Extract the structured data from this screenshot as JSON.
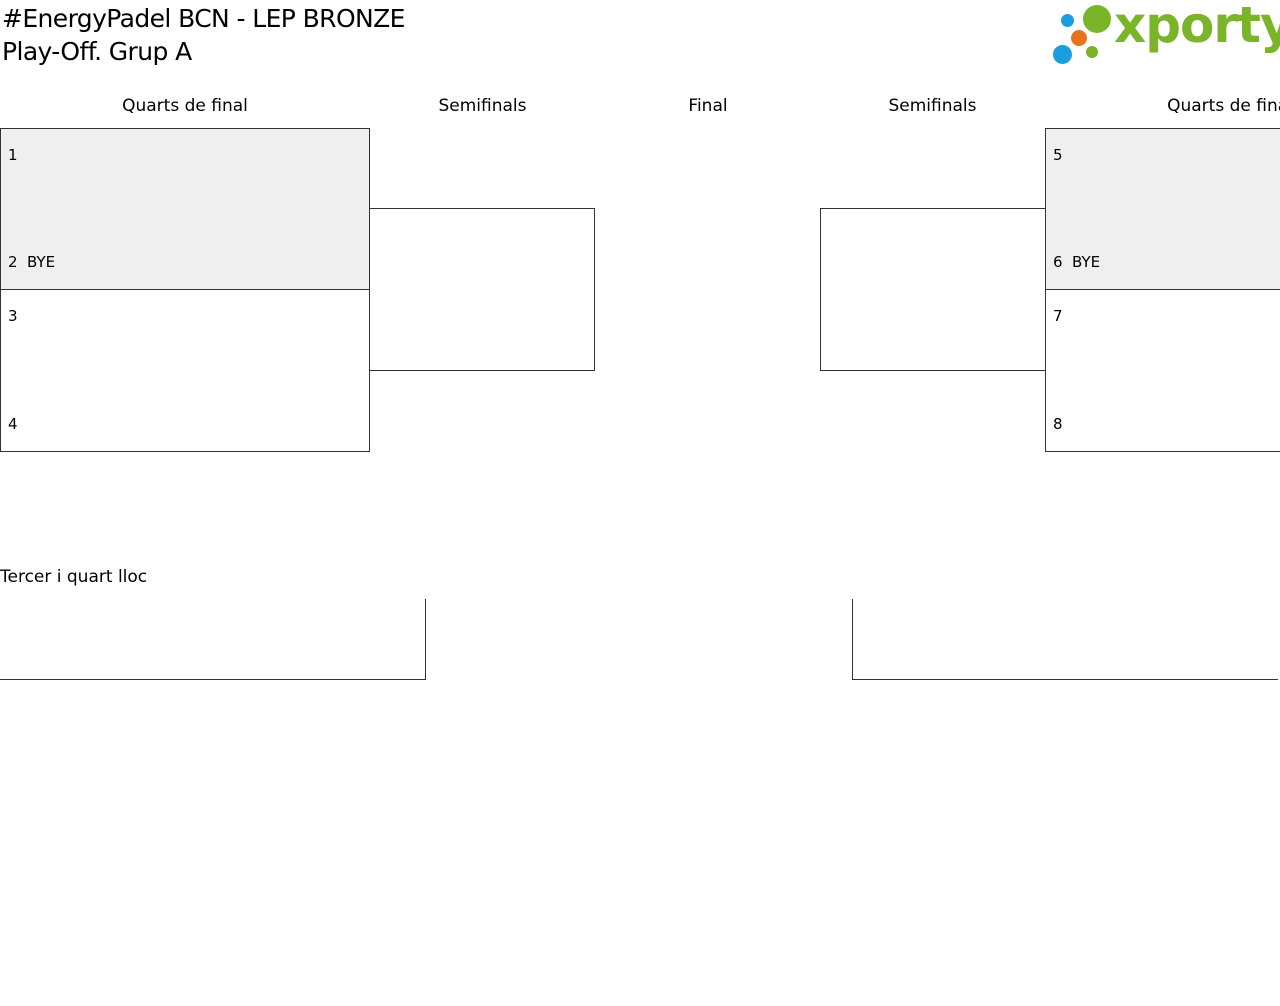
{
  "header": {
    "title_line1": "#EnergyPadel BCN - LEP BRONZE",
    "title_line2": "Play-Off. Grup A"
  },
  "logo": {
    "text": "xporty",
    "colors": {
      "green": "#7ab428",
      "blue": "#1a9ee0",
      "orange": "#e8731a"
    }
  },
  "columns": {
    "quarters_left": "Quarts de final",
    "semis_left": "Semifinals",
    "final": "Final",
    "semis_right": "Semifinals",
    "quarters_right": "Quarts de final"
  },
  "quarterfinals": {
    "left": [
      {
        "top": {
          "seed": "1",
          "name": ""
        },
        "bottom": {
          "seed": "2",
          "name": "BYE"
        }
      },
      {
        "top": {
          "seed": "3",
          "name": ""
        },
        "bottom": {
          "seed": "4",
          "name": ""
        }
      }
    ],
    "right": [
      {
        "top": {
          "seed": "5",
          "name": ""
        },
        "bottom": {
          "seed": "6",
          "name": "BYE"
        }
      },
      {
        "top": {
          "seed": "7",
          "name": ""
        },
        "bottom": {
          "seed": "8",
          "name": ""
        }
      }
    ]
  },
  "third_place": {
    "title": "Tercer i quart lloc"
  }
}
